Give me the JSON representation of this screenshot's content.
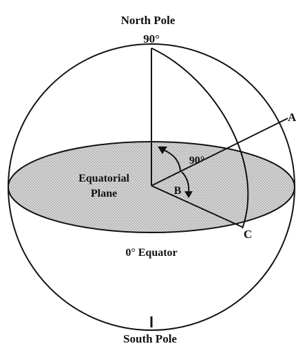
{
  "labels": {
    "north_pole": "North Pole",
    "north_angle": "90°",
    "south_pole": "South Pole",
    "equator": "0° Equator",
    "plane_line1": "Equatorial",
    "plane_line2": "Plane",
    "angle_90": "90°",
    "point_a": "A",
    "point_b": "B",
    "point_c": "C"
  },
  "colors": {
    "line": "#111111",
    "plane_fill": "#c4c4c4",
    "background": "#ffffff"
  }
}
